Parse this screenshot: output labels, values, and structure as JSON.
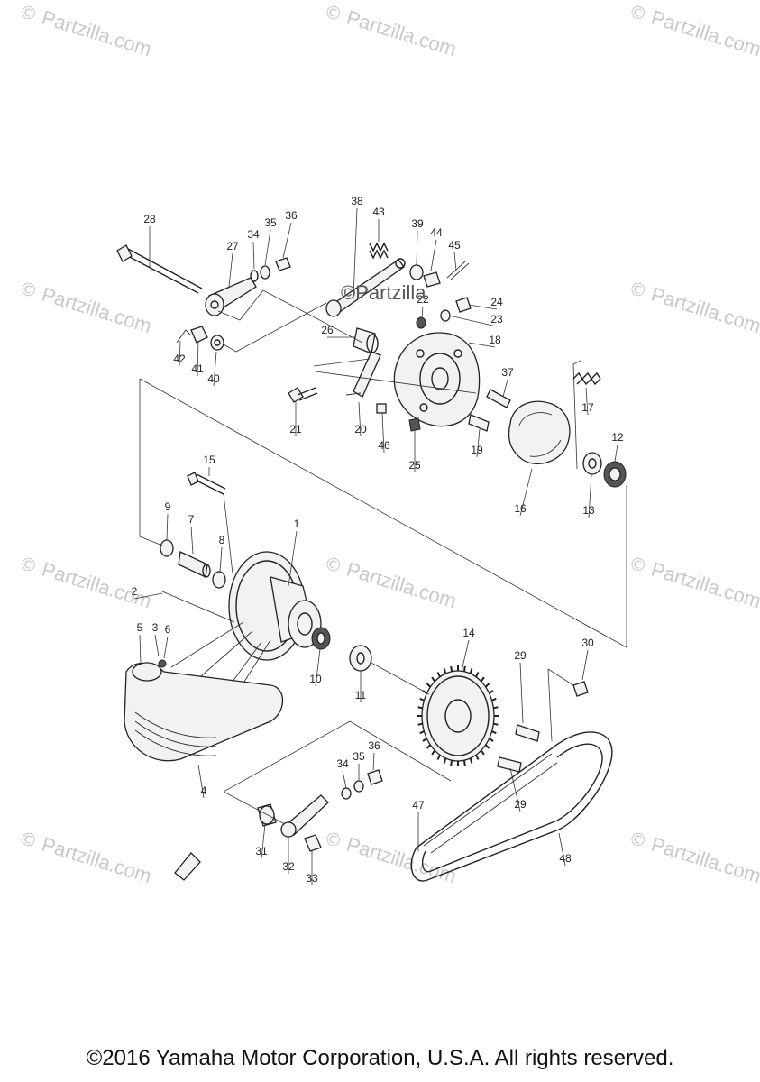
{
  "watermark": {
    "text": "Partzilla.com",
    "symbol": "©"
  },
  "center_mark": "©Partzilla",
  "copyright": "©2016 Yamaha Motor Corporation, U.S.A. All rights reserved.",
  "callouts": [
    "1",
    "2",
    "3",
    "4",
    "5",
    "6",
    "7",
    "8",
    "9",
    "10",
    "11",
    "12",
    "13",
    "14",
    "15",
    "16",
    "17",
    "18",
    "19",
    "20",
    "21",
    "22",
    "23",
    "24",
    "25",
    "26",
    "27",
    "28",
    "29",
    "29",
    "30",
    "31",
    "32",
    "33",
    "34",
    "34",
    "35",
    "35",
    "36",
    "36",
    "37",
    "38",
    "39",
    "40",
    "41",
    "42",
    "43",
    "44",
    "45",
    "46",
    "47",
    "48"
  ]
}
